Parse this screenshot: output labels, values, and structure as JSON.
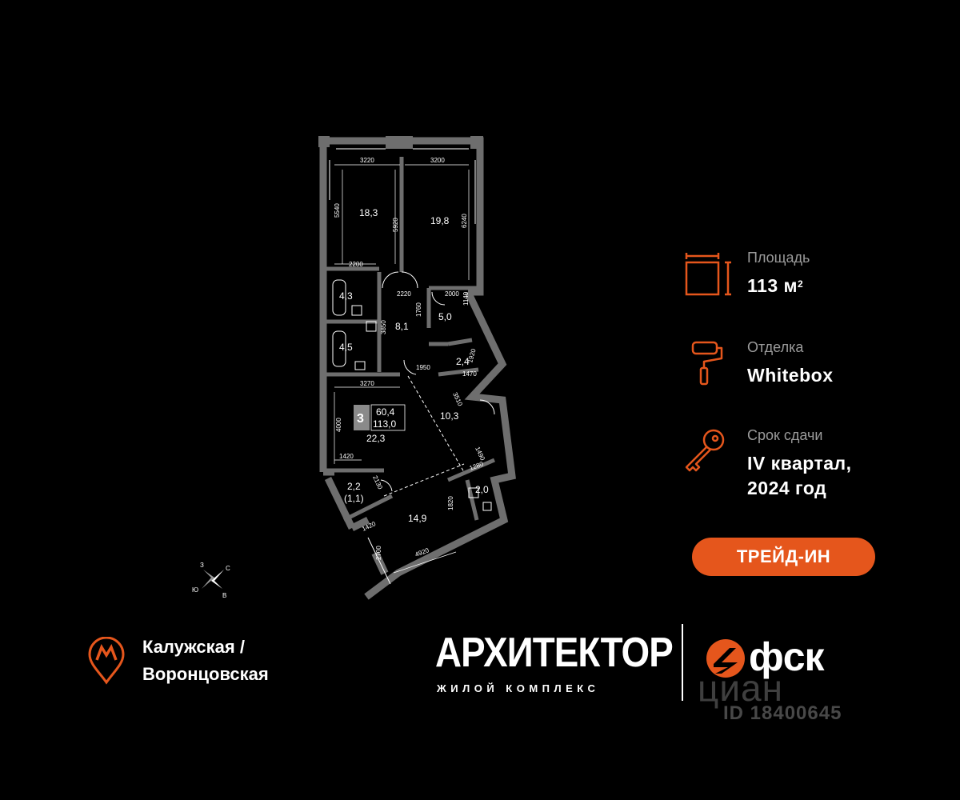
{
  "plan": {
    "room_labels": [
      "18,3",
      "19,8",
      "4,3",
      "4,5",
      "8,1",
      "5,0",
      "2,4",
      "10,3",
      "22,3",
      "2,2",
      "(1,1)",
      "2,0",
      "14,9"
    ],
    "dimensions": [
      "3220",
      "3200",
      "5540",
      "5920",
      "6240",
      "2200",
      "2220",
      "2000",
      "1140",
      "1760",
      "3850",
      "1950",
      "1920",
      "1470",
      "3270",
      "4000",
      "3510",
      "1420",
      "2130",
      "1490",
      "1280",
      "1820",
      "1420",
      "2700",
      "4920"
    ],
    "summary_rooms": "3",
    "summary_living": "60,4",
    "summary_total": "113,0"
  },
  "compass": {
    "west": "З",
    "north": "С",
    "south": "Ю",
    "east": "В"
  },
  "info": {
    "area": {
      "label": "Площадь",
      "value": "113 м",
      "unit_sup": "2",
      "icon": "area-icon"
    },
    "finish": {
      "label": "Отделка",
      "value": "Whitebox",
      "icon": "paint-roller-icon"
    },
    "deadline": {
      "label": "Срок сдачи",
      "value_line1": "IV квартал,",
      "value_line2": "2024 год",
      "icon": "key-icon"
    }
  },
  "trade_in_button": "ТРЕЙД-ИН",
  "metro": {
    "line1": "Калужская /",
    "line2": "Воронцовская",
    "icon": "metro-pin-icon"
  },
  "brand": {
    "name": "АРХИТЕКТОР",
    "subtitle": "ЖИЛОЙ КОМПЛЕКС",
    "developer": "фск"
  },
  "watermark": {
    "brand": "циан",
    "id": "ID 18400645"
  },
  "colors": {
    "accent": "#e5561c",
    "background": "#000000",
    "walls": "#6e6e6e"
  }
}
